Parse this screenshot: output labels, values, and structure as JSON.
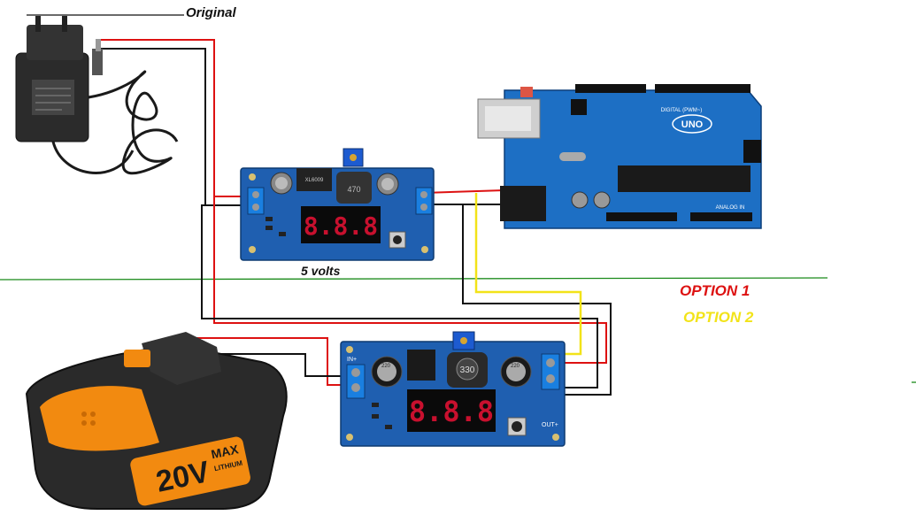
{
  "header": {
    "original_label": "Original"
  },
  "top_converter": {
    "caption": "5 volts",
    "cap_text": "470",
    "chip_text": "XL6009"
  },
  "bottom_converter": {
    "cap_text": "330",
    "cap_left_text": "220\n50V\nSYK",
    "cap_right_text": "220\n50V\nSYK",
    "in_label": "IN+",
    "out_label": "OUT+"
  },
  "arduino": {
    "logo_text": "UNO",
    "digital_label": "DIGITAL (PWM~)",
    "analog_label": "ANALOG IN"
  },
  "battery": {
    "brand_text": "20V",
    "max_text": "MAX",
    "lithium_text": "LITHIUM"
  },
  "legend": {
    "option1": {
      "label": "OPTION 1",
      "color": "#dd1111"
    },
    "option2": {
      "label": "OPTION 2",
      "color": "#f2e318"
    }
  },
  "colors": {
    "wire_black": "#111111",
    "wire_green": "#1a8a1a",
    "pcb_blue": "#1f5fb0",
    "arduino_blue": "#1d6fc4",
    "battery_orange": "#f28a10"
  }
}
